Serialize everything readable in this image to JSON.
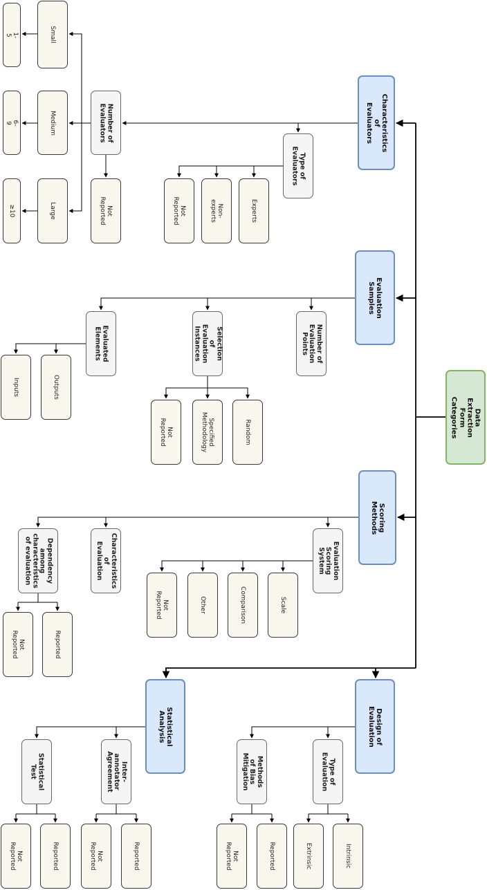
{
  "diagram": {
    "root": "Data Extraction Form\nCategories",
    "characteristics": {
      "label": "Characteristics of\nEvaluators",
      "number_of_evaluators": "Number of\nEvaluators",
      "small": "Small",
      "medium": "Medium",
      "large": "Large",
      "range_small": "1-5",
      "range_medium": "6-9",
      "range_large": "≥10",
      "not_reported": "Not Reported",
      "type_of_evaluators": "Type of\nEvaluators",
      "type_not_reported": "Not Reported",
      "non_experts": "Non-experts",
      "experts": "Experts"
    },
    "samples": {
      "label": "Evaluation Samples",
      "evaluated_elements": "Evaluated\nElements",
      "inputs": "Inputs",
      "outputs": "Outputs",
      "selection": "Selection of\nEvaluation\nInstances",
      "sel_not_reported": "Not Reported",
      "specified_methodology": "Specified\nMethodology",
      "random": "Random",
      "number_of_points": "Number of\nEvaluation\nPoints"
    },
    "scoring": {
      "label": "Scoring Methods",
      "dependency": "Dependency\namong\ncharacteristics\nof evaluation",
      "dep_not_reported": "Not Reported",
      "dep_reported": "Reported",
      "characteristics_of_evaluation": "Characteristics of\nEvaluation",
      "scoring_system": "Evaluation\nScoring\nSystem",
      "sys_not_reported": "Not Reported",
      "other": "Other",
      "comparison": "Comparison",
      "scale": "Scale"
    },
    "statistical": {
      "label": "Statistical Analysis",
      "statistical_test": "Statistical Test",
      "test_not_reported": "Not Reported",
      "test_reported": "Reported",
      "inter_annotator": "Inter-annotator\nAgreement",
      "iaa_not_reported": "Not Reported",
      "iaa_reported": "Reported"
    },
    "design": {
      "label": "Design of Evaluation",
      "bias": "Methods of Bias\nMitigation",
      "bias_not_reported": "Not Reported",
      "bias_reported": "Reported",
      "type_of_evaluation": "Type of\nEvaluation",
      "extrinsic": "Extrinsic",
      "intrinsic": "Intrinsic"
    }
  },
  "colors": {
    "root_fill": "#d5e8d4",
    "root_stroke": "#82b366",
    "category_fill": "#dae8fc",
    "category_stroke": "#6c8ebf",
    "sub_fill": "#f5f5f5",
    "sub_stroke": "#666666",
    "leaf_fill": "#f9f7ed",
    "leaf_stroke": "#36393d",
    "edge": "#000000"
  }
}
